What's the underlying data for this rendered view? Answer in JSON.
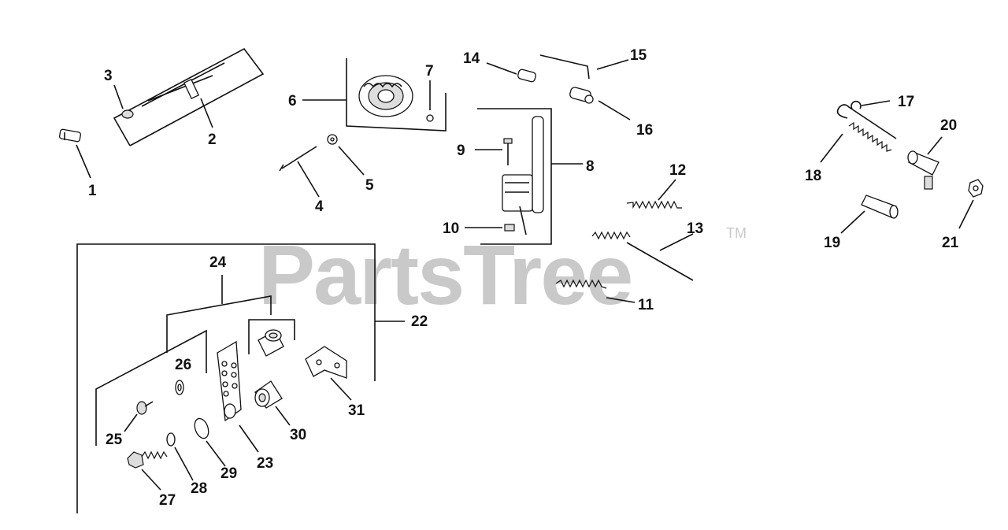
{
  "watermark": {
    "text": "PartsTree",
    "trademark": "TM"
  },
  "callouts": [
    "1",
    "2",
    "3",
    "4",
    "5",
    "6",
    "7",
    "8",
    "9",
    "10",
    "11",
    "12",
    "13",
    "14",
    "15",
    "16",
    "17",
    "18",
    "19",
    "20",
    "21",
    "22",
    "23",
    "24",
    "25",
    "26",
    "27",
    "28",
    "29",
    "30",
    "31"
  ]
}
